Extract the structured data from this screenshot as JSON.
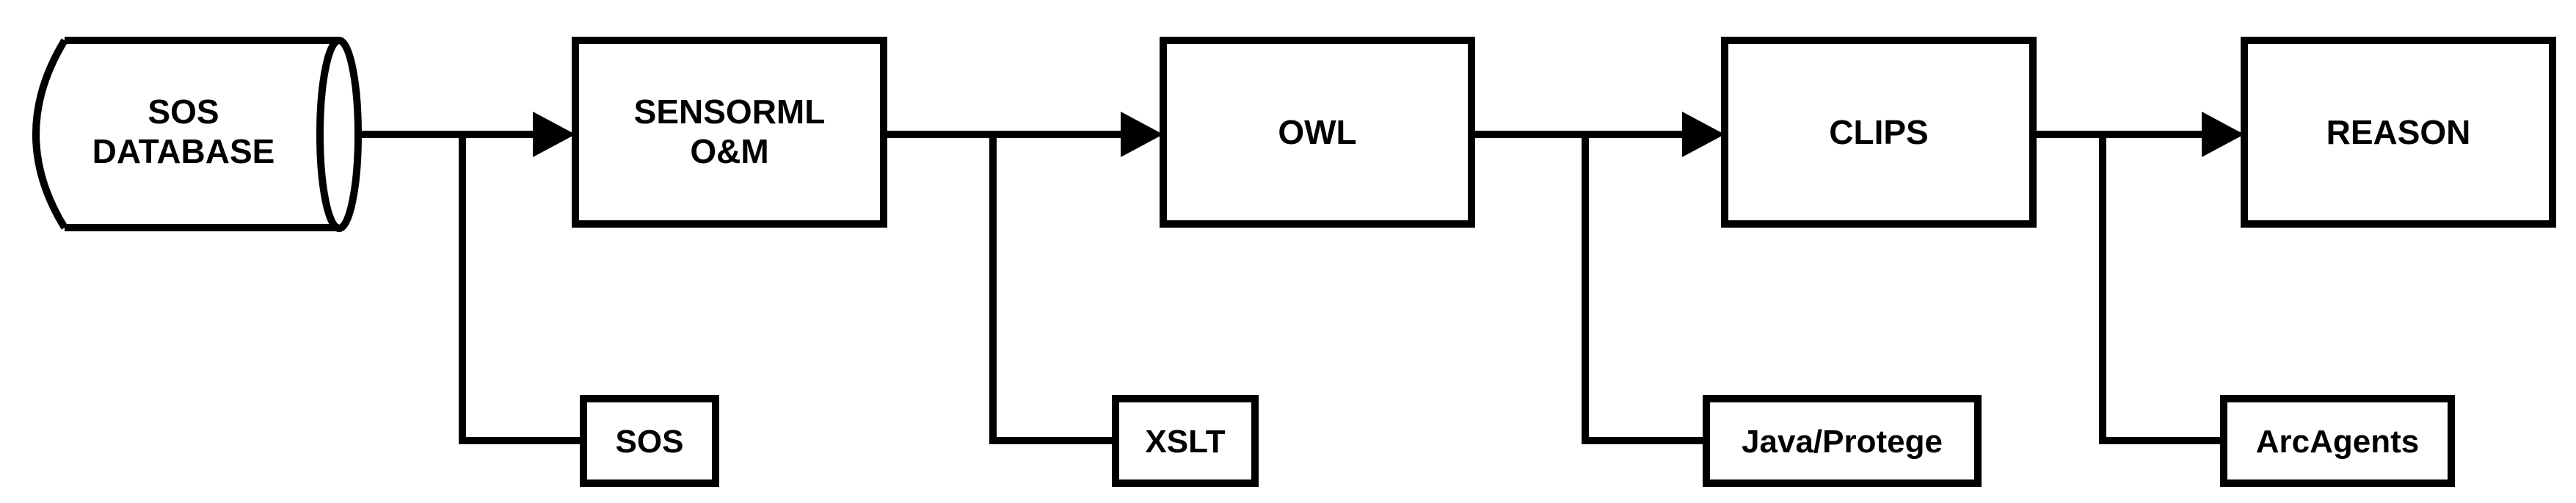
{
  "diagram": {
    "database": {
      "line1": "SOS",
      "line2": "DATABASE"
    },
    "stages": {
      "sensorml": {
        "line1": "SENSORML",
        "line2": "O&M"
      },
      "owl": "OWL",
      "clips": "CLIPS",
      "reason": "REASON"
    },
    "tools": {
      "sos": "SOS",
      "xslt": "XSLT",
      "java": "Java/Protege",
      "arcagents": "ArcAgents"
    }
  }
}
